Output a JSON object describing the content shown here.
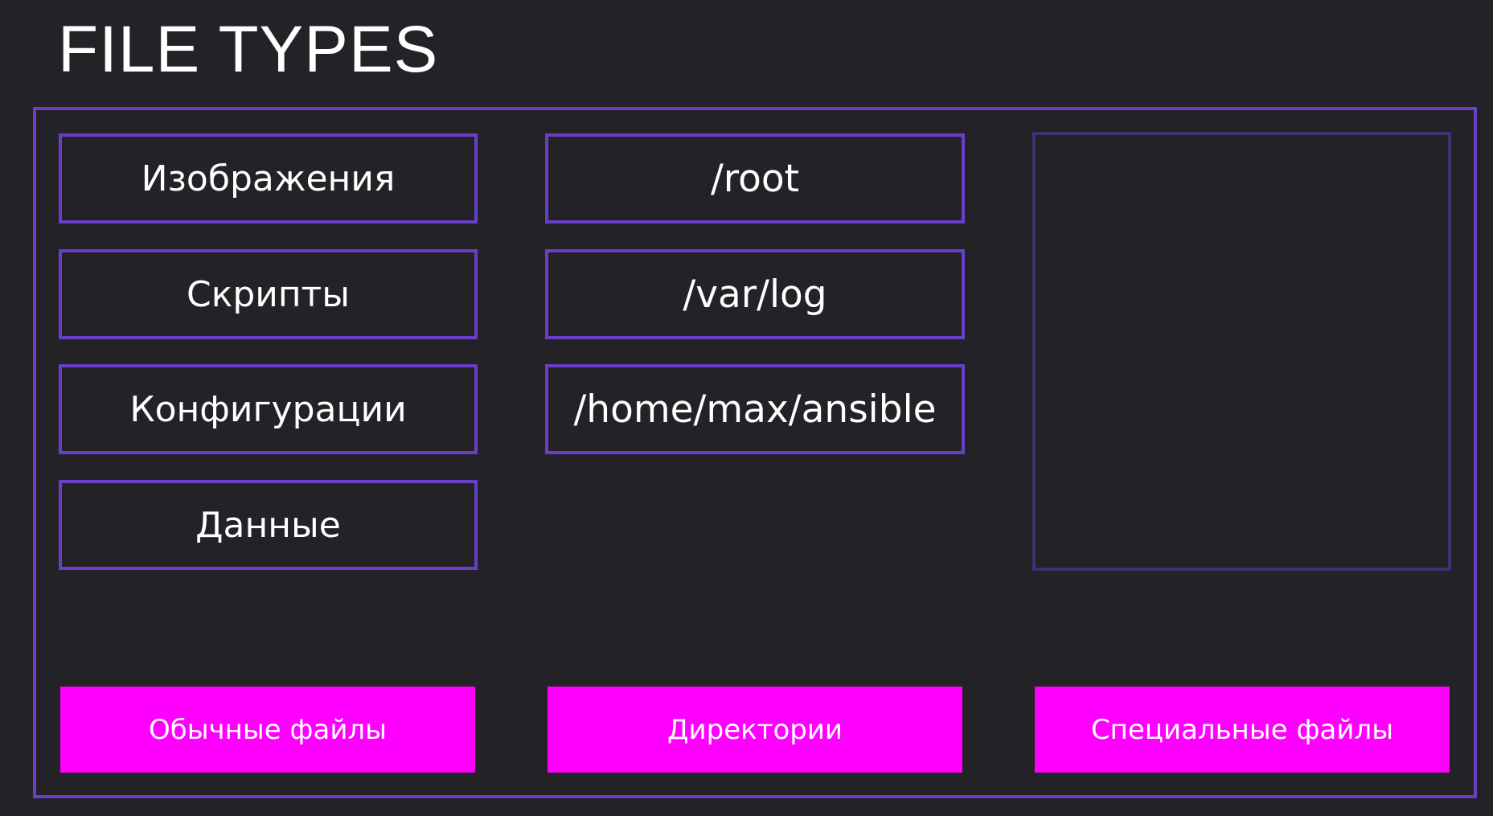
{
  "title": "FILE TYPES",
  "colors": {
    "background": "#232227",
    "frame_border": "#6a3fc8",
    "item_border": "#6a3fc8",
    "empty_box_border": "#42306e",
    "category_fill": "#ff00ff",
    "text": "#ffffff"
  },
  "columns": [
    {
      "category": "Обычные файлы",
      "items": [
        "Изображения",
        "Скрипты",
        "Конфигурации",
        "Данные"
      ]
    },
    {
      "category": "Директории",
      "items": [
        "/root",
        "/var/log",
        "/home/max/ansible"
      ]
    },
    {
      "category": "Специальные файлы",
      "items": []
    }
  ]
}
